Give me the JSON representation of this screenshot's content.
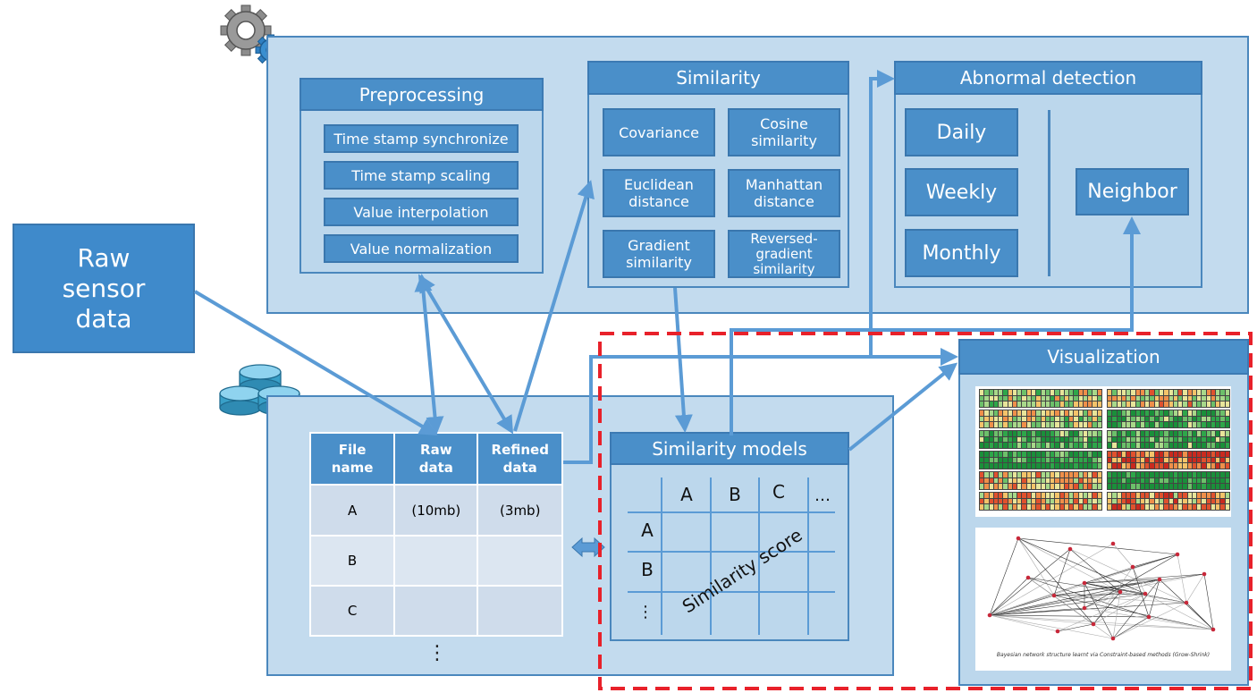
{
  "raw_sensor": {
    "line1": "Raw",
    "line2": "sensor",
    "line3": "data"
  },
  "preprocessing": {
    "title": "Preprocessing",
    "items": [
      "Time stamp synchronize",
      "Time stamp scaling",
      "Value interpolation",
      "Value normalization"
    ]
  },
  "similarity": {
    "title": "Similarity",
    "items": [
      {
        "l1": "Covariance",
        "l2": ""
      },
      {
        "l1": "Cosine",
        "l2": "similarity"
      },
      {
        "l1": "Euclidean",
        "l2": "distance"
      },
      {
        "l1": "Manhattan",
        "l2": "distance"
      },
      {
        "l1": "Gradient",
        "l2": "similarity"
      },
      {
        "l1": "Reversed-",
        "l2": "gradient",
        "l3": "similarity"
      }
    ]
  },
  "abnormal": {
    "title": "Abnormal detection",
    "daily": "Daily",
    "weekly": "Weekly",
    "monthly": "Monthly",
    "neighbor": "Neighbor"
  },
  "file_table": {
    "headers": [
      {
        "l1": "File",
        "l2": "name"
      },
      {
        "l1": "Raw",
        "l2": "data"
      },
      {
        "l1": "Refined",
        "l2": "data"
      }
    ],
    "rows": [
      [
        "A",
        "(10mb)",
        "(3mb)"
      ],
      [
        "B",
        "",
        ""
      ],
      [
        "C",
        "",
        ""
      ]
    ],
    "more": "⋮"
  },
  "sim_models": {
    "title": "Similarity models",
    "cols": [
      "A",
      "B",
      "C",
      "…"
    ],
    "rows": [
      "A",
      "B",
      "⋮"
    ],
    "score_label": "Similarity score"
  },
  "visualization": {
    "title": "Visualization",
    "network_caption": "Bayesian network structure learnt via Constraint-based methods (Grow-Shrink)"
  },
  "colors": {
    "accent": "#4a8fc9",
    "panel": "#c3dbee",
    "dashed_border": "#e8212a",
    "arrow": "#5b9bd5"
  },
  "icons": [
    "gears-icon",
    "database-icon",
    "double-arrow-icon"
  ]
}
